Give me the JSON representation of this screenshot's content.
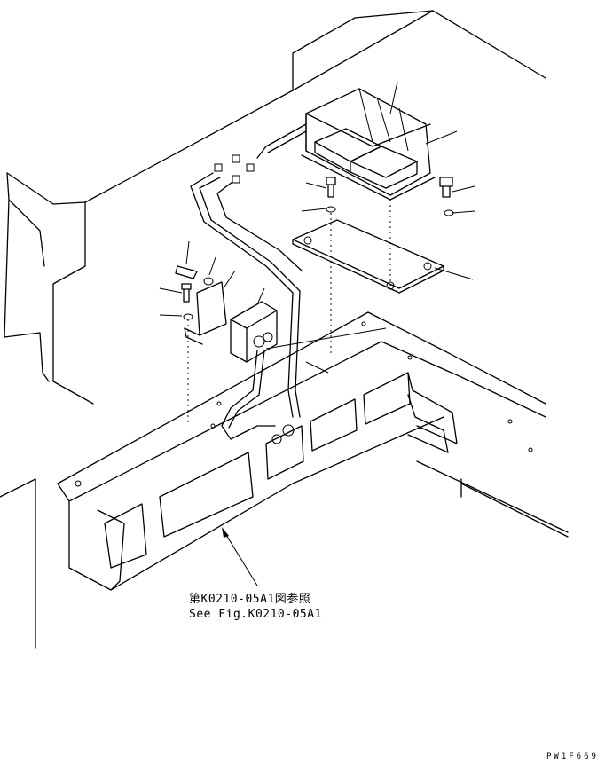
{
  "reference": {
    "line_ja": "第K0210-05A1図参照",
    "line_en": "See Fig.K0210-05A1"
  },
  "drawing_code": "PW1F669"
}
